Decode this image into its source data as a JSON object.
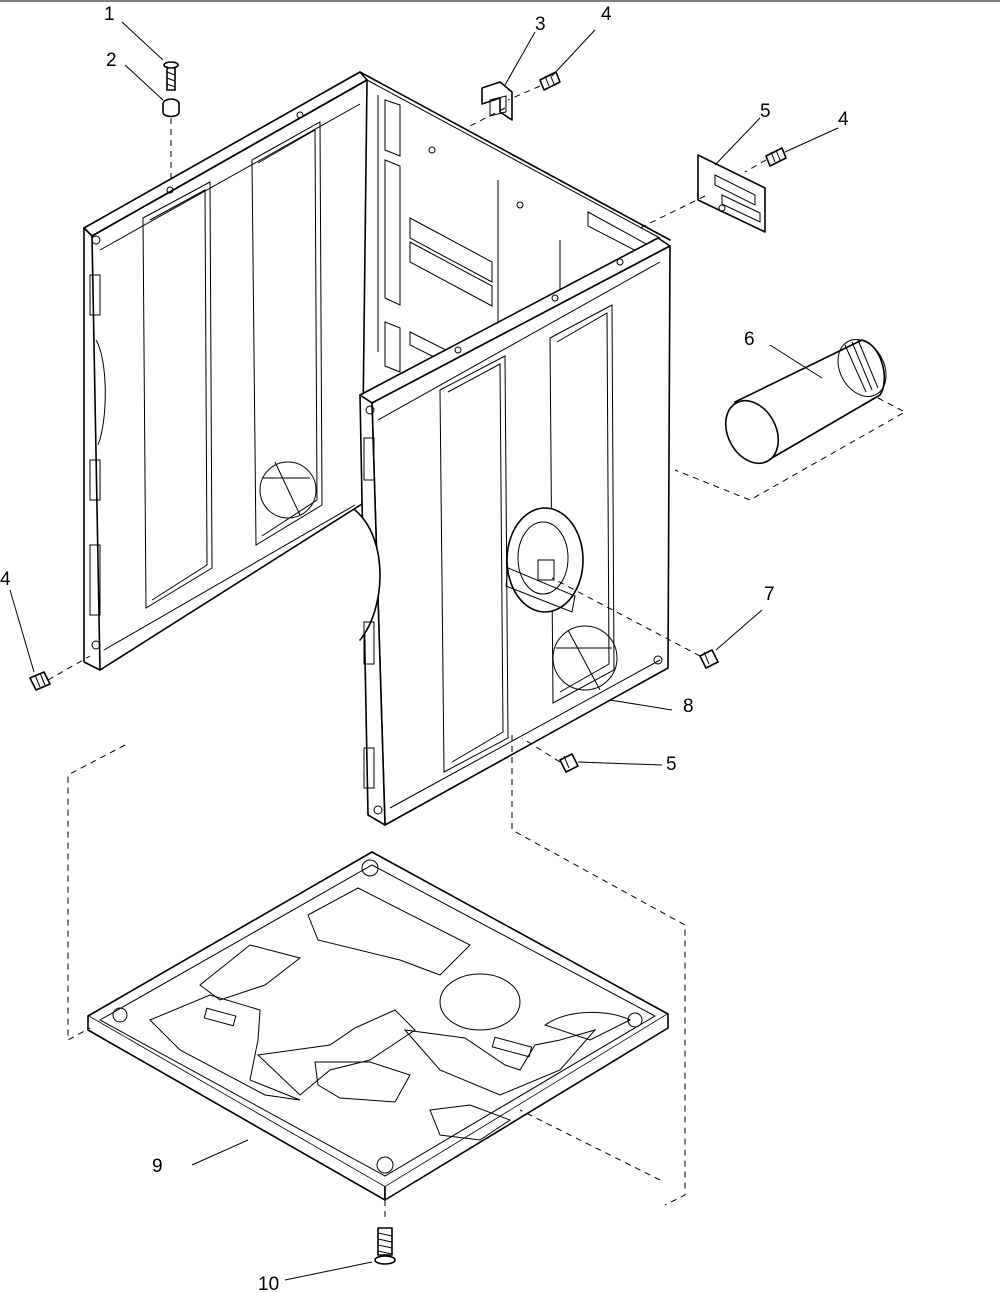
{
  "callouts": [
    {
      "id": "c1",
      "text": "1"
    },
    {
      "id": "c2",
      "text": "2"
    },
    {
      "id": "c3",
      "text": "3"
    },
    {
      "id": "c4a",
      "text": "4"
    },
    {
      "id": "c5a",
      "text": "5"
    },
    {
      "id": "c4b",
      "text": "4"
    },
    {
      "id": "c6",
      "text": "6"
    },
    {
      "id": "c4c",
      "text": "4"
    },
    {
      "id": "c7",
      "text": "7"
    },
    {
      "id": "c8",
      "text": "8"
    },
    {
      "id": "c5b",
      "text": "5"
    },
    {
      "id": "c9",
      "text": "9"
    },
    {
      "id": "c10",
      "text": "10"
    }
  ]
}
